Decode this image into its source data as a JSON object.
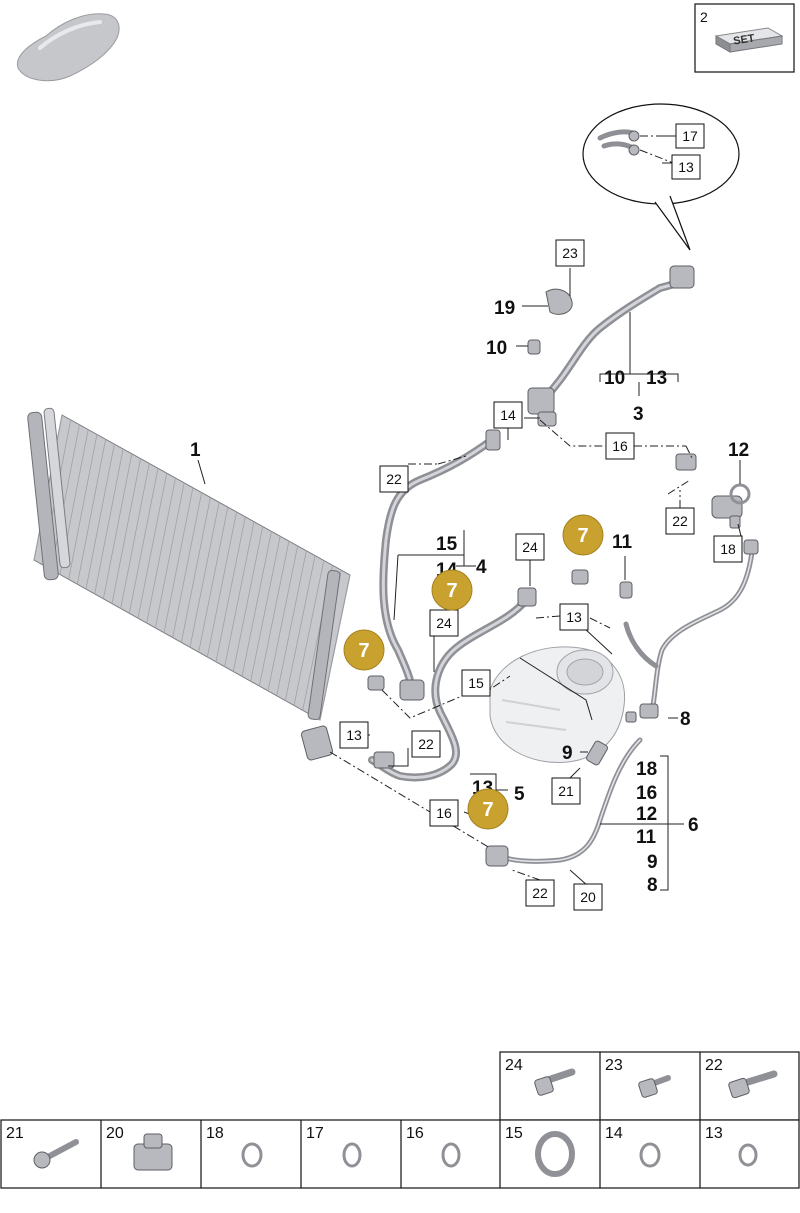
{
  "set_box": {
    "number": "2",
    "label": "SET"
  },
  "plain_labels": [
    {
      "id": "p1",
      "text": "1"
    },
    {
      "id": "p19",
      "text": "19"
    },
    {
      "id": "p10a",
      "text": "10"
    },
    {
      "id": "p10b",
      "text": "10"
    },
    {
      "id": "p13a",
      "text": "13"
    },
    {
      "id": "p3",
      "text": "3"
    },
    {
      "id": "p12",
      "text": "12"
    },
    {
      "id": "p15",
      "text": "15"
    },
    {
      "id": "p14",
      "text": "14"
    },
    {
      "id": "p4",
      "text": "4"
    },
    {
      "id": "p11a",
      "text": "11"
    },
    {
      "id": "p8",
      "text": "8"
    },
    {
      "id": "p9",
      "text": "9"
    },
    {
      "id": "p13b",
      "text": "13"
    },
    {
      "id": "p5",
      "text": "5"
    },
    {
      "id": "g6a",
      "text": "18"
    },
    {
      "id": "g6b",
      "text": "16"
    },
    {
      "id": "g6c",
      "text": "12"
    },
    {
      "id": "g6d",
      "text": "11"
    },
    {
      "id": "g6e",
      "text": "9"
    },
    {
      "id": "g6f",
      "text": "8"
    },
    {
      "id": "p6",
      "text": "6"
    }
  ],
  "boxed_labels": [
    {
      "id": "b17",
      "text": "17"
    },
    {
      "id": "b13a",
      "text": "13"
    },
    {
      "id": "b23",
      "text": "23"
    },
    {
      "id": "b14",
      "text": "14"
    },
    {
      "id": "b16a",
      "text": "16"
    },
    {
      "id": "b22a",
      "text": "22"
    },
    {
      "id": "b22b",
      "text": "22"
    },
    {
      "id": "b18",
      "text": "18"
    },
    {
      "id": "b24a",
      "text": "24"
    },
    {
      "id": "b13b",
      "text": "13"
    },
    {
      "id": "b24b",
      "text": "24"
    },
    {
      "id": "b15",
      "text": "15"
    },
    {
      "id": "b13c",
      "text": "13"
    },
    {
      "id": "b22c",
      "text": "22"
    },
    {
      "id": "b21",
      "text": "21"
    },
    {
      "id": "b16b",
      "text": "16"
    },
    {
      "id": "b22d",
      "text": "22"
    },
    {
      "id": "b20",
      "text": "20"
    }
  ],
  "callouts": [
    {
      "id": "c1",
      "text": "7"
    },
    {
      "id": "c2",
      "text": "7"
    },
    {
      "id": "c3",
      "text": "7"
    },
    {
      "id": "c4",
      "text": "7"
    }
  ],
  "parts_table": {
    "top_row": [
      "24",
      "23",
      "22"
    ],
    "bottom_row": [
      "21",
      "20",
      "18",
      "17",
      "16",
      "15",
      "14",
      "13"
    ]
  },
  "colors": {
    "callout": "#c9a12e",
    "hose": "#8e9096",
    "line": "#222222"
  }
}
